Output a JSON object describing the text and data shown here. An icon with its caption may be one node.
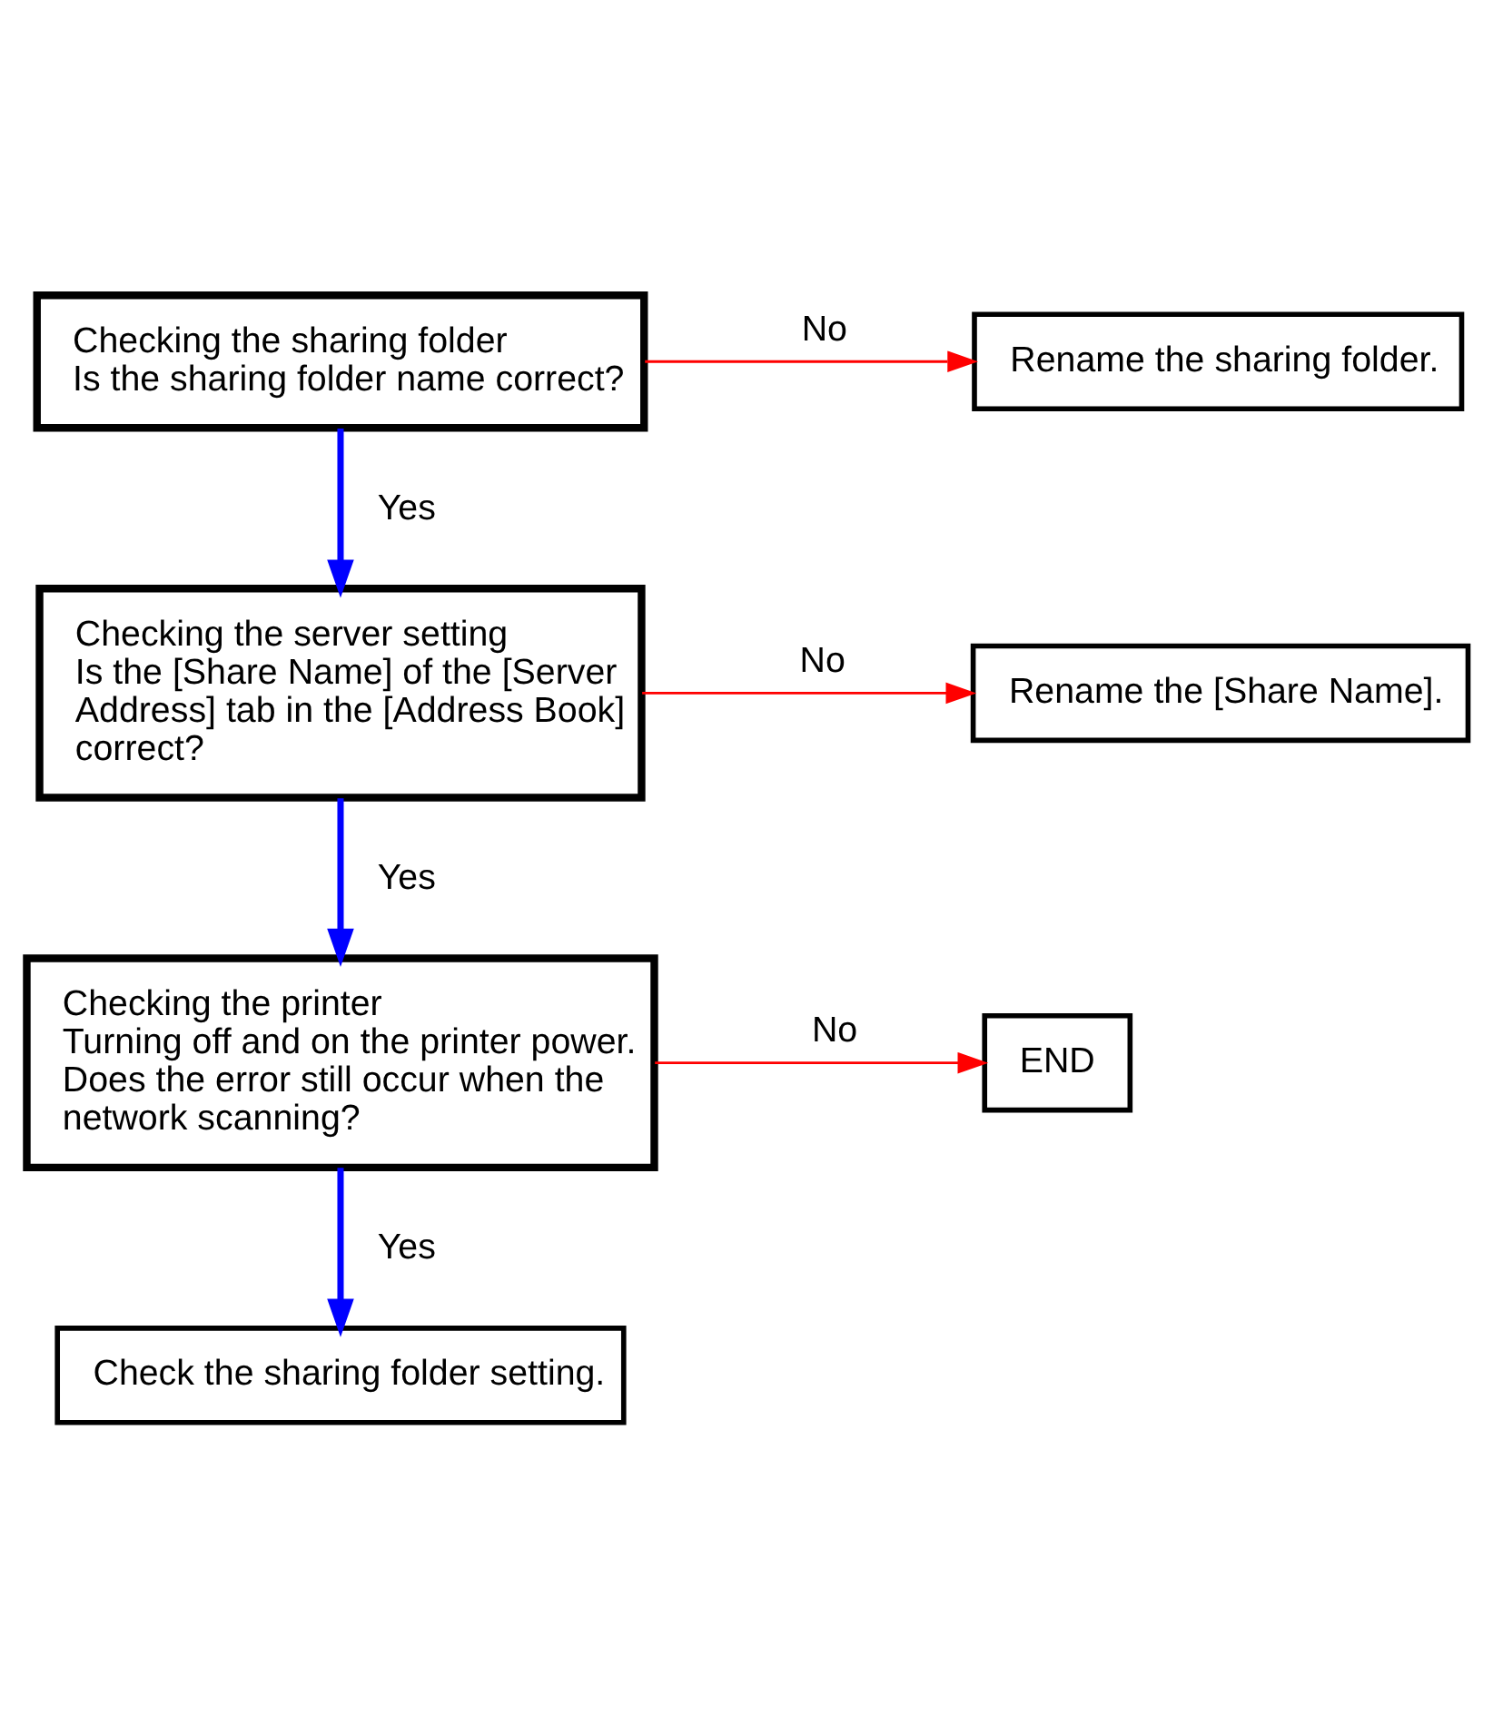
{
  "diagram": {
    "nodes": [
      {
        "text": [
          "Checking the sharing folder",
          "Is the sharing folder name correct?"
        ]
      },
      {
        "text": [
          "Rename the sharing folder."
        ]
      },
      {
        "text": [
          "Checking the server setting",
          "Is the [Share Name] of the [Server Address] tab in the [Address Book] correct?"
        ]
      },
      {
        "text": [
          "Rename the [Share Name]."
        ]
      },
      {
        "text": [
          "Checking the printer",
          "Turning off and on the printer power. Does the error still occur when the network scanning?"
        ]
      },
      {
        "text": [
          "END"
        ]
      },
      {
        "text": [
          "Check the sharing folder setting."
        ]
      }
    ],
    "edges": [
      {
        "from": 0,
        "to": 1,
        "arrow": "to",
        "label": "No",
        "color": "#ff0000"
      },
      {
        "from": 0,
        "to": 2,
        "arrow": "to",
        "label": "Yes",
        "style": "thick",
        "color": "#0000ff"
      },
      {
        "from": 2,
        "to": 3,
        "arrow": "to",
        "label": "No",
        "color": "#ff0000"
      },
      {
        "from": 2,
        "to": 4,
        "arrow": "to",
        "label": "Yes",
        "style": "thick",
        "color": "#0000ff"
      },
      {
        "from": 4,
        "to": 5,
        "arrow": "to",
        "label": "No",
        "color": "#ff0000"
      },
      {
        "from": 4,
        "to": 6,
        "arrow": "to",
        "label": "Yes",
        "style": "thick",
        "color": "#0000ff"
      }
    ]
  }
}
